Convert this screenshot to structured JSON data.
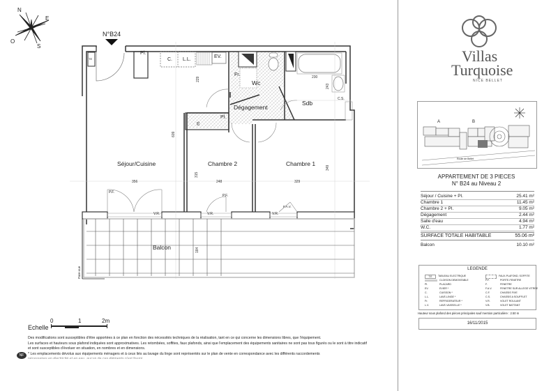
{
  "compass": {
    "n": "N",
    "e": "E",
    "s": "S",
    "o": "O"
  },
  "unit_tag": "N°B24",
  "rooms": {
    "sejour": "Séjour/Cuisine",
    "chambre2": "Chambre 2",
    "chambre1": "Chambre 1",
    "degagement": "Dégagement",
    "wc": "Wc",
    "sdb": "Sdb",
    "balcon": "Balcon"
  },
  "fixtures": {
    "pl1": "Pl.",
    "c": "C.",
    "ll": "L.L.",
    "ev": "EV.",
    "fr": "Fr.",
    "pl2": "Pl.",
    "cs": "C.S.",
    "te": "TE",
    "pf1": "P.F.",
    "vr1": "V.R.",
    "pf2": "P.F.",
    "vr2": "V.R.",
    "vr3": "V.R.",
    "fav": "F.A.V.",
    "pare_vue": "Pare-vue"
  },
  "dimensions": {
    "d356": "356",
    "d248": "248",
    "d329": "329",
    "d609": "609",
    "d315": "315",
    "d349": "349",
    "d229": "229",
    "d230": "230",
    "d243": "243",
    "d184": "184",
    "d85": "85"
  },
  "scale": {
    "label": "Echelle",
    "t0": "0",
    "t1": "1",
    "t2": "2m"
  },
  "notes": [
    "Des modifications sont susceptibles d'être apportées à ce plan en fonction des nécessités techniques de la réalisation, tant en ce qui concerne les dimensions libres, que l'équipement.",
    "Les surfaces et hauteurs sous plafond indiquées sont approximatives. Les retombées, soffites, faux plafonds, ainsi que l'emplacement des équipements sanitaires ne sont pas tous figurés ou le sont à titre indicatif",
    "et sont susceptibles d'évoluer en situation, en nombres et en dimensions.",
    "* Les emplacements dévolus aux équipements ménagers et à ceux liés au lavage du linge sont représentés sur le plan de vente en correspondance avec les différents raccordements",
    "nécessaires en électricité et en eau, aucun de ces éléments n'est fourni."
  ],
  "nf_badge": "NF",
  "brand": {
    "line1": "Villas",
    "line2": "Turquoise",
    "sub": "NICE BELLET"
  },
  "site_plan": {
    "a": "A",
    "b": "B",
    "road": "Route de Bellet"
  },
  "apartment": {
    "title": "APPARTEMENT DE 3 PIECES",
    "subtitle": "N° B24 au Niveau 2"
  },
  "areas": [
    {
      "name": "Séjour / Cuisine + Pl.",
      "value": "25.41 m²"
    },
    {
      "name": "Chambre 1",
      "value": "11.45 m²"
    },
    {
      "name": "Chambre 2 + Pl.",
      "value": "9.05 m²"
    },
    {
      "name": "Dégagement",
      "value": "2.44 m²"
    },
    {
      "name": "Salle d'eau",
      "value": "4.94 m²"
    },
    {
      "name": "W.C.",
      "value": "1.77 m²"
    }
  ],
  "total": {
    "name": "SURFACE TOTALE HABITABLE",
    "value": "55.06 m²"
  },
  "balcon": {
    "name": "Balcon",
    "value": "10.10 m²"
  },
  "legend": {
    "title": "LEGENDE",
    "left": [
      {
        "k": "T.E",
        "v": "TABLEAU ELECTRIQUE"
      },
      {
        "k": "",
        "v": "CLOISON DEMONTABLE"
      },
      {
        "k": "Pl.",
        "v": "PLACARD"
      },
      {
        "k": "EV.",
        "v": "EVIER *"
      },
      {
        "k": "C.",
        "v": "CUISSON *"
      },
      {
        "k": "L.L.",
        "v": "LAVE-LINGE *"
      },
      {
        "k": "Fr.",
        "v": "REFRIGERATEUR *"
      },
      {
        "k": "L.V.",
        "v": "LAVE-VAISSELLE *"
      }
    ],
    "right": [
      {
        "k": "",
        "v": "FAUX-PLAFOND, SOFFITE"
      },
      {
        "k": "P.F.",
        "v": "PORTE-FENETRE"
      },
      {
        "k": "F.",
        "v": "FENETRE"
      },
      {
        "k": "F.A.V.",
        "v": "FENETRE SUR ALLEGE VITREE"
      },
      {
        "k": "C.F.",
        "v": "CHASSIS FIXE"
      },
      {
        "k": "C.S.",
        "v": "CHASSIS A SOUFFLET"
      },
      {
        "k": "V.R.",
        "v": "VOLET ROULANT"
      },
      {
        "k": "V.B.",
        "v": "VOLET BATTANT"
      }
    ]
  },
  "ceiling_note": "Hauteur sous plafond des pièces principales sauf mention particulière : 2.50 m",
  "date": "16/11/2015"
}
